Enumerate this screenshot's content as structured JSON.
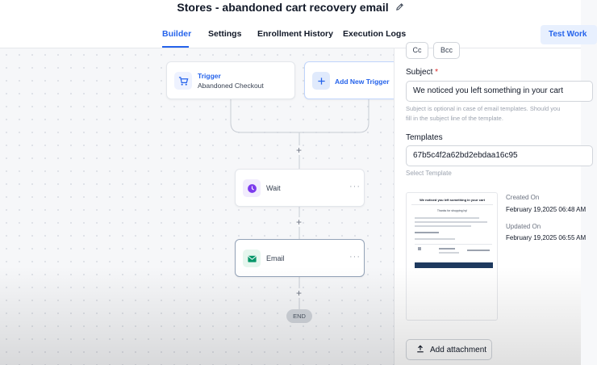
{
  "header": {
    "title": "Stores - abandoned cart recovery email",
    "tabs": [
      {
        "label": "Builder",
        "active": true
      },
      {
        "label": "Settings",
        "active": false
      },
      {
        "label": "Enrollment History",
        "active": false
      },
      {
        "label": "Execution Logs",
        "active": false
      }
    ],
    "test_button": "Test Work"
  },
  "canvas": {
    "trigger": {
      "title": "Trigger",
      "subtitle": "Abandoned Checkout",
      "icon": "cart-icon"
    },
    "add_trigger": {
      "label": "Add New Trigger",
      "icon": "plus-icon"
    },
    "wait": {
      "label": "Wait",
      "menu": "···",
      "icon": "clock-icon"
    },
    "email": {
      "label": "Email",
      "menu": "···",
      "icon": "envelope-icon"
    },
    "plus": "+",
    "end": "END"
  },
  "panel": {
    "cc": "Cc",
    "bcc": "Bcc",
    "subject_label": "Subject",
    "required_mark": "*",
    "subject_value": "We noticed you left something in your cart",
    "subject_hint_1": "Subject is optional in case of email templates. Should you",
    "subject_hint_2": "fill in the subject line of the template.",
    "templates_label": "Templates",
    "template_value": "67b5c4f2a62bd2ebdaa16c95",
    "select_template": "Select Template",
    "preview": {
      "heading": "We noticed you left something in your cart",
      "subheading": "Thanks for shopping by!"
    },
    "created_on_label": "Created On",
    "created_on_value": "February 19,2025 06:48 AM",
    "updated_on_label": "Updated On",
    "updated_on_value": "February 19,2025 06:55 AM",
    "attach_label": "Add attachment",
    "colors": {
      "accent": "#2563eb",
      "wait_icon": "#7c3aed",
      "email_icon": "#059669"
    }
  }
}
